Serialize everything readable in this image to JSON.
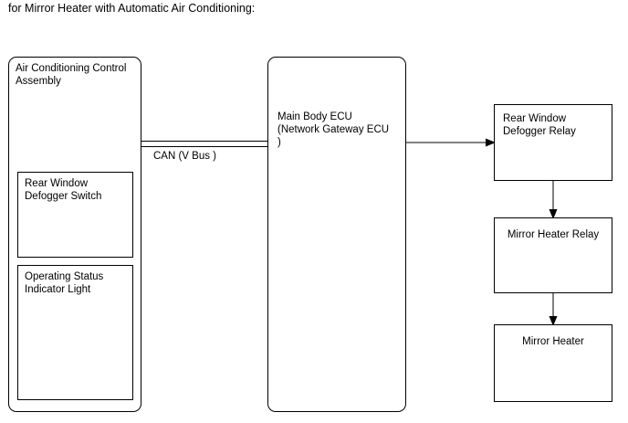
{
  "caption": "for Mirror Heater with Automatic Air Conditioning:",
  "diagram": {
    "type": "block-diagram",
    "blocks": [
      {
        "id": "ac-assembly",
        "label": "Air Conditioning Control\nAssembly",
        "shape": "rounded-rectangle",
        "children": [
          "rw-defogger-switch",
          "operating-status-light"
        ]
      },
      {
        "id": "rw-defogger-switch",
        "label": "Rear Window\nDefogger Switch",
        "shape": "rectangle"
      },
      {
        "id": "operating-status-light",
        "label": "Operating Status\nIndicator Light",
        "shape": "rectangle"
      },
      {
        "id": "main-body-ecu",
        "label": "Main Body ECU\n(Network Gateway ECU\n)",
        "shape": "rounded-rectangle"
      },
      {
        "id": "rear-window-defogger-relay",
        "label": "Rear Window\nDefogger Relay",
        "shape": "rectangle"
      },
      {
        "id": "mirror-heater-relay",
        "label": "Mirror Heater Relay",
        "shape": "rectangle"
      },
      {
        "id": "mirror-heater",
        "label": "Mirror Heater",
        "shape": "rectangle"
      }
    ],
    "bus": {
      "label": "CAN (V Bus )",
      "style": "double-line",
      "from": "ac-assembly",
      "to": "main-body-ecu"
    },
    "connections": [
      {
        "from": "main-body-ecu",
        "to": "rear-window-defogger-relay",
        "style": "arrow",
        "direction": "right"
      },
      {
        "from": "rear-window-defogger-relay",
        "to": "mirror-heater-relay",
        "style": "arrow",
        "direction": "down"
      },
      {
        "from": "mirror-heater-relay",
        "to": "mirror-heater",
        "style": "arrow",
        "direction": "down"
      }
    ],
    "colors": {
      "background": "#ffffff",
      "stroke": "#000000",
      "text": "#000000"
    }
  }
}
